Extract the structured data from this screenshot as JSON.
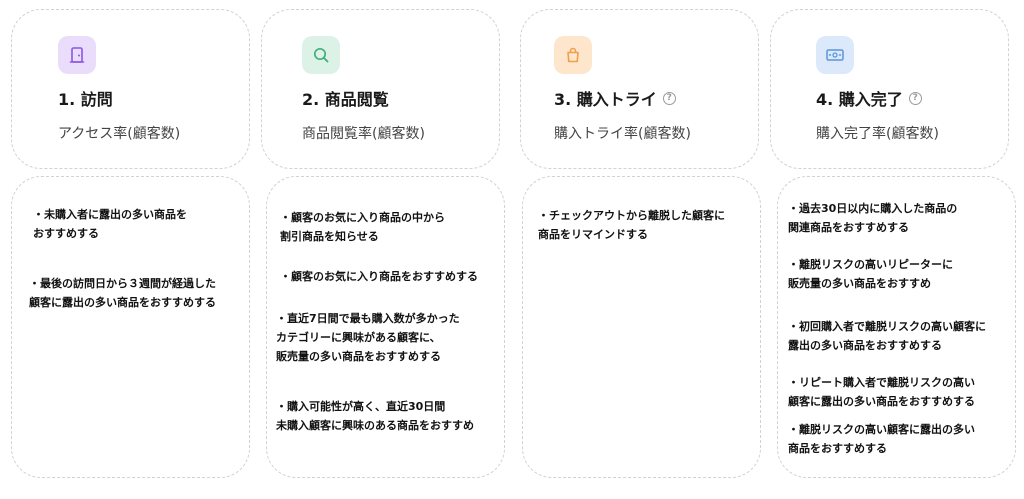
{
  "steps": [
    {
      "title": "1. 訪問",
      "metric": "アクセス率(顧客数)",
      "icon": "door-icon",
      "icon_bg": "#eadcfb",
      "icon_color": "#8e55e6",
      "help": "",
      "recommendations": [
        "・未購入者に露出の多い商品を\nおすすめする",
        "・最後の訪問日から３週間が経過した\n顧客に露出の多い商品をおすすめする"
      ]
    },
    {
      "title": "2. 商品閲覧",
      "metric": "商品閲覧率(顧客数)",
      "icon": "search-icon",
      "icon_bg": "#dcf2e6",
      "icon_color": "#43b07b",
      "help": "",
      "recommendations": [
        "・顧客のお気に入り商品の中から\n割引商品を知らせる",
        "・顧客のお気に入り商品をおすすめする",
        "・直近7日間で最も購入数が多かった\nカテゴリーに興味がある顧客に、\n販売量の多い商品をおすすめする",
        "・購入可能性が高く、直近30日間\n未購入顧客に興味のある商品をおすすめ"
      ]
    },
    {
      "title": "3. 購入トライ",
      "metric": "購入トライ率(顧客数)",
      "icon": "shopping-bag-icon",
      "icon_bg": "#fde6cc",
      "icon_color": "#f0a04b",
      "help": "?",
      "recommendations": [
        "・チェックアウトから離脱した顧客に\n商品をリマインドする"
      ]
    },
    {
      "title": "4. 購入完了",
      "metric": "購入完了率(顧客数)",
      "icon": "money-icon",
      "icon_bg": "#dbe9fb",
      "icon_color": "#5b95dc",
      "help": "?",
      "recommendations": [
        "・過去30日以内に購入した商品の\n関連商品をおすすめする",
        "・離脱リスクの高いリピーターに\n販売量の多い商品をおすすめ",
        "・初回購入者で離脱リスクの高い顧客に\n露出の多い商品をおすすめする",
        "・リピート購入者で離脱リスクの高い\n顧客に露出の多い商品をおすすめする",
        "・離脱リスクの高い顧客に露出の多い\n商品をおすすめする"
      ]
    }
  ]
}
